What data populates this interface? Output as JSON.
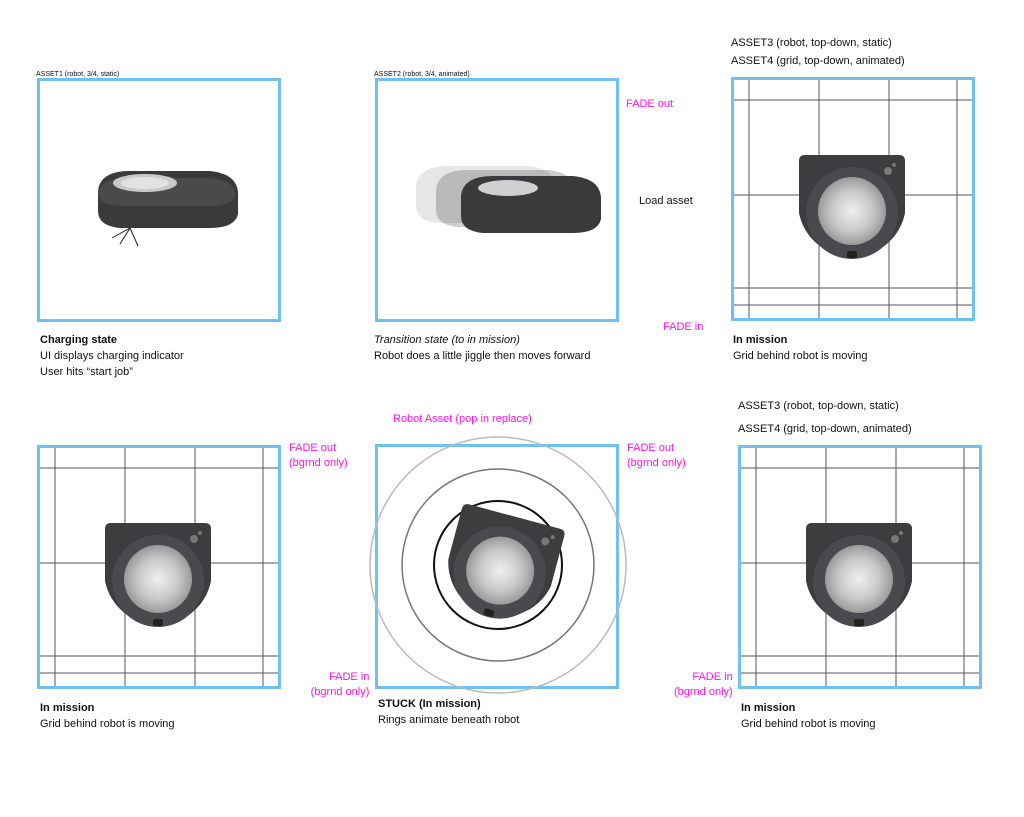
{
  "panels": [
    {
      "asset_label": "ASSET1 (robot, 3/4, static)",
      "title": "Charging state",
      "lines": [
        "UI displays charging indicator",
        "User hits “start job”"
      ]
    },
    {
      "asset_label": "ASSET2  (robot, 3/4, animated)",
      "title": "Transition state (to in mission)",
      "lines": [
        "Robot does a little jiggle then moves forward"
      ]
    },
    {
      "asset_labels": [
        "ASSET3 (robot, top-down, static)",
        "ASSET4 (grid, top-down, animated)"
      ],
      "title": "In mission",
      "lines": [
        "Grid behind robot is moving"
      ]
    },
    {
      "title": "In mission",
      "lines": [
        "Grid behind robot is moving"
      ]
    },
    {
      "asset_label": "Robot Asset (pop in replace)",
      "title": "STUCK (In mission)",
      "lines": [
        "Rings animate beneath robot"
      ]
    },
    {
      "asset_labels": [
        "ASSET3 (robot, top-down, static)",
        "ASSET4 (grid, top-down, animated)"
      ],
      "title": "In mission",
      "lines": [
        "Grid behind robot is moving"
      ]
    }
  ],
  "annotations": {
    "fade_out": "FADE out",
    "load_asset": "Load asset",
    "fade_in": "FADE in",
    "fade_out_bg": [
      "FADE out",
      "(bgrnd only)"
    ],
    "fade_in_bg": [
      "FADE in",
      "(bgrnd only)"
    ]
  },
  "colors": {
    "frame": "#6ec1f0",
    "annotation": "#ff14e6"
  }
}
